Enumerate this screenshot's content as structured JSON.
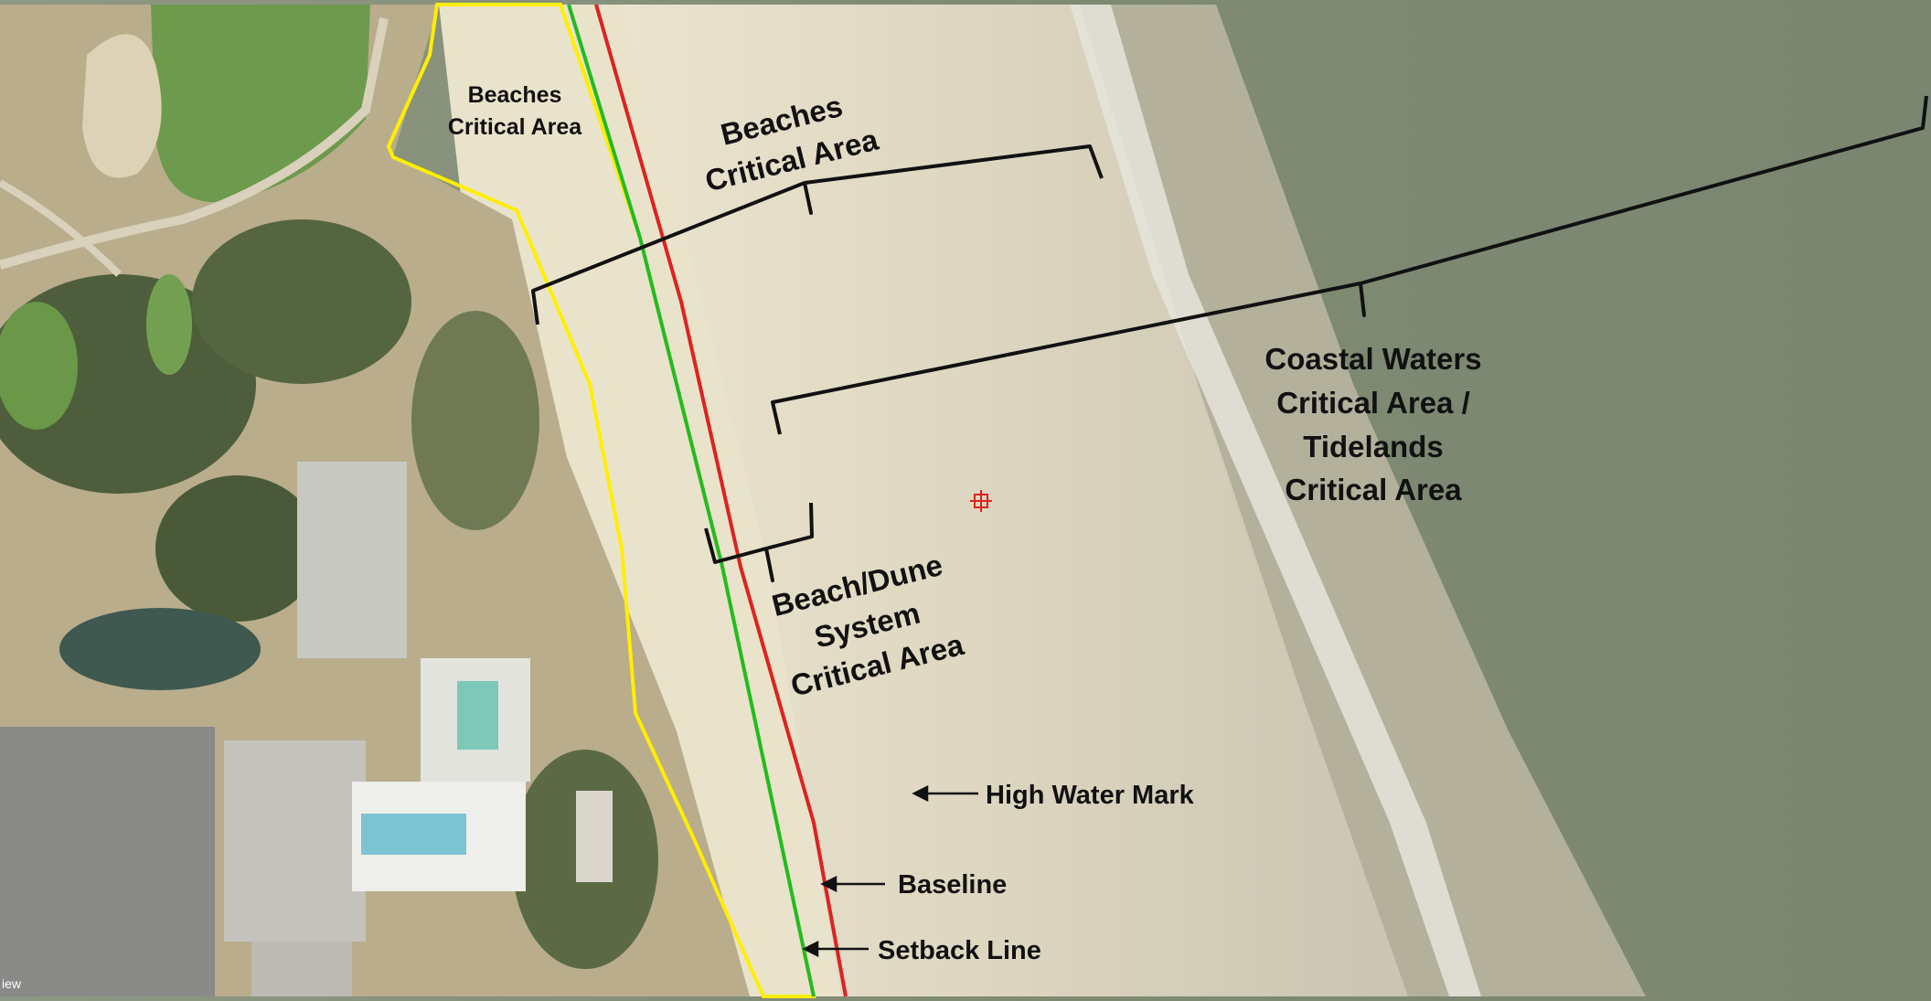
{
  "labels": {
    "beaches_inner_line1": "Beaches",
    "beaches_inner_line2": "Critical Area",
    "beaches_line1": "Beaches",
    "beaches_line2": "Critical Area",
    "coastal_line1": "Coastal Waters",
    "coastal_line2": "Critical Area /",
    "coastal_line3": "Tidelands",
    "coastal_line4": "Critical Area",
    "dune_line1": "Beach/Dune",
    "dune_line2": "System",
    "dune_line3": "Critical Area",
    "high_water_mark": "High Water Mark",
    "baseline": "Baseline",
    "setback_line": "Setback Line",
    "watermark": "iew"
  },
  "colors": {
    "critical_area_outline": "#ffee00",
    "setback_line": "#22bb22",
    "baseline": "#dd2222",
    "annotation": "#111111",
    "ocean": "#7d8a70",
    "beach_sand": "#e2dcc8",
    "vegetation": "#4e5e3c"
  }
}
